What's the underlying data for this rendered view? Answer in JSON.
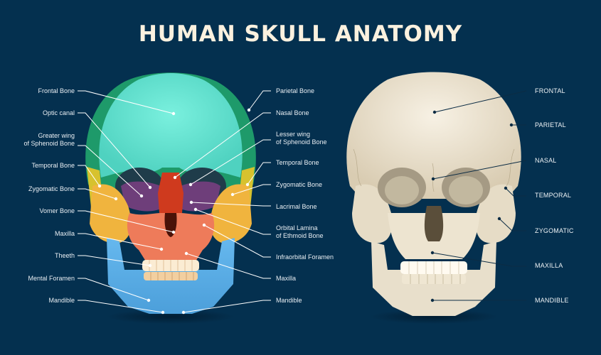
{
  "title": "HUMAN SKULL ANATOMY",
  "colors": {
    "background": "#04304f",
    "title": "#fbf1df",
    "frontal": "#5fe0cf",
    "parietal": "#1e9a6a",
    "temporal": "#d7c22e",
    "zygomatic": "#f0b43e",
    "sphenoid": "#6e3e7a",
    "nasal": "#cf3a1e",
    "maxilla": "#ee7b5a",
    "mandible": "#5aade6",
    "bone": "#ebe2cf",
    "left_leader": "#ffffff",
    "right_leader": "#0c2c44"
  },
  "colored_skull": {
    "left_labels": [
      {
        "text": "Frontal Bone"
      },
      {
        "text": "Optic canal"
      },
      {
        "text": "Greater wing",
        "text2": "of Sphenoid Bone"
      },
      {
        "text": "Temporal Bone"
      },
      {
        "text": "Zygomatic Bone"
      },
      {
        "text": "Vomer Bone"
      },
      {
        "text": "Maxilla"
      },
      {
        "text": "Theeth"
      },
      {
        "text": "Mental Foramen"
      },
      {
        "text": "Mandible"
      }
    ],
    "right_labels": [
      {
        "text": "Parietal Bone"
      },
      {
        "text": "Nasal Bone"
      },
      {
        "text": "Lesser wing",
        "text2": "of Sphenoid Bone"
      },
      {
        "text": "Temporal Bone"
      },
      {
        "text": "Zygomatic Bone"
      },
      {
        "text": "Lacrimal Bone"
      },
      {
        "text": "Orbital Lamina",
        "text2": "of Ethmoid Bone"
      },
      {
        "text": "Infraorbital Foramen"
      },
      {
        "text": "Maxilla"
      },
      {
        "text": "Mandible"
      }
    ]
  },
  "natural_skull": {
    "labels": [
      {
        "text": "FRONTAL"
      },
      {
        "text": "PARIETAL"
      },
      {
        "text": "NASAL"
      },
      {
        "text": "TEMPORAL"
      },
      {
        "text": "ZYGOMATIC"
      },
      {
        "text": "MAXILLA"
      },
      {
        "text": "MANDIBLE"
      }
    ]
  }
}
